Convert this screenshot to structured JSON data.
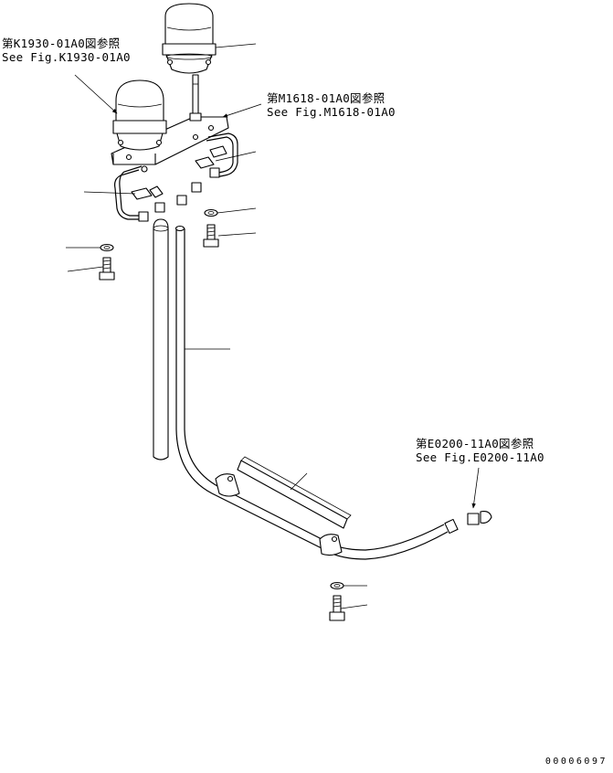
{
  "references": {
    "k1930": {
      "jp": "第K1930-01A0図参照",
      "en": "See Fig.K1930-01A0"
    },
    "m1618": {
      "jp": "第M1618-01A0図参照",
      "en": "See Fig.M1618-01A0"
    },
    "e0200": {
      "jp": "第E0200-11A0図参照",
      "en": "See Fig.E0200-11A0"
    }
  },
  "document_number": "00006097"
}
